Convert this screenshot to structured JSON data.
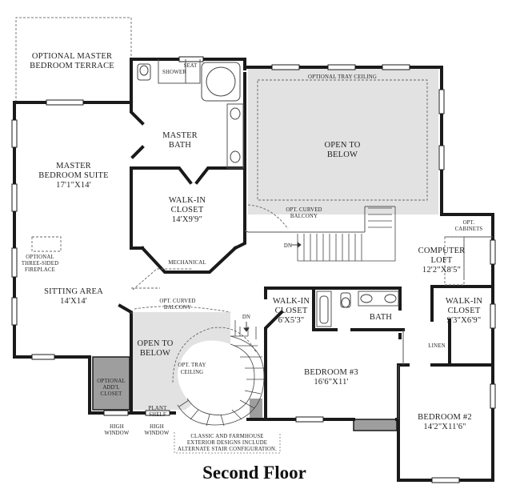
{
  "title": "Second Floor",
  "colors": {
    "wall": "#1a1a1a",
    "open_fill": "#e2e2e2",
    "closet_fill": "#9e9e9e",
    "window": "#ffffff",
    "line": "#555555"
  },
  "rooms": {
    "terrace": [
      "OPTIONAL MASTER",
      "BEDROOM TERRACE"
    ],
    "master_suite": [
      "MASTER",
      "BEDROOM SUITE"
    ],
    "master_suite_dim": "17'1\"X14'",
    "fireplace": [
      "OPTIONAL",
      "THREE-SIDED",
      "FIREPLACE"
    ],
    "sitting": "SITTING AREA",
    "sitting_dim": "14'X14'",
    "seat_shower": [
      "SEAT",
      "SHOWER"
    ],
    "master_bath": [
      "MASTER",
      "BATH"
    ],
    "walk_in_closet_master": [
      "WALK-IN",
      "CLOSET"
    ],
    "walk_in_closet_master_dim": "14'X9'9\"",
    "mechanical": "MECHANICAL",
    "open_below_upper": [
      "OPEN TO",
      "BELOW"
    ],
    "opt_tray_ceiling_upper": "OPTIONAL TRAY CEILING",
    "opt_curved_balcony_upper": [
      "OPT. CURVED",
      "BALCONY"
    ],
    "dn_upper": "DN",
    "opt_cabinets": [
      "OPT.",
      "CABINETS"
    ],
    "computer_loft": [
      "COMPUTER",
      "LOFT"
    ],
    "computer_loft_dim": "12'2\"X8'5\"",
    "opt_curved_balcony_lower": [
      "OPT. CURVED",
      "BALCONY"
    ],
    "open_below_lower": [
      "OPEN TO",
      "BELOW"
    ],
    "dn_lower": "DN",
    "opt_tray_ceiling_lower": [
      "OPT. TRAY",
      "CEILING"
    ],
    "walk_in_closet_b3": [
      "WALK-IN",
      "CLOSET"
    ],
    "walk_in_closet_b3_dim": "6'X5'3\"",
    "bath": "BATH",
    "walk_in_closet_b2": [
      "WALK-IN",
      "CLOSET"
    ],
    "walk_in_closet_b2_dim": "9'3\"X6'9\"",
    "linen": "LINEN",
    "bedroom3": "BEDROOM #3",
    "bedroom3_dim": "16'6\"X11'",
    "bedroom2": "BEDROOM #2",
    "bedroom2_dim": "14'2\"X11'6\"",
    "optional_closet": [
      "OPTIONAL",
      "ADD'L",
      "CLOSET"
    ],
    "plant_shelf": [
      "PLANT",
      "SHELF"
    ],
    "high_window_left": [
      "HIGH",
      "WINDOW"
    ],
    "high_window_right": [
      "HIGH",
      "WINDOW"
    ],
    "note": [
      "CLASSIC AND FARMHOUSE",
      "EXTERIOR DESIGNS INCLUDE",
      "ALTERNATE STAIR CONFIGURATION."
    ]
  }
}
